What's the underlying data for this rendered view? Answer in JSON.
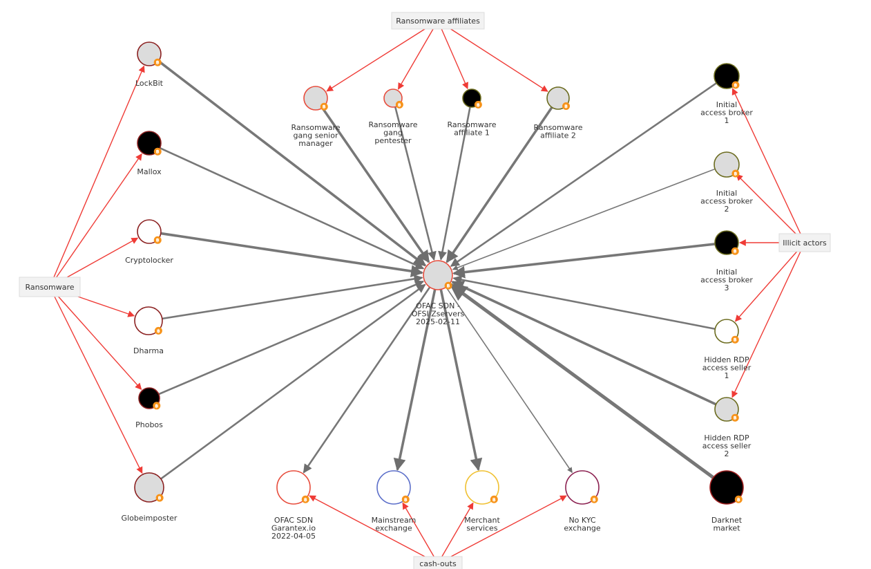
{
  "categories": [
    {
      "id": "ransomware-affiliates",
      "label": "Ransomware affiliates"
    },
    {
      "id": "ransomware",
      "label": "Ransomware"
    },
    {
      "id": "illicit-actors",
      "label": "Illicit actors"
    },
    {
      "id": "cash-outs",
      "label": "cash-outs"
    }
  ],
  "nodes": [
    {
      "id": "center",
      "lines": [
        "OFAC SDN -",
        "OFSI Zservers",
        "2025-02-11"
      ],
      "fill": "#dcdcdc",
      "stroke": "#e74c3c"
    },
    {
      "id": "lockbit",
      "lines": [
        "LockBit"
      ],
      "fill": "#dcdcdc",
      "stroke": "#8b2020"
    },
    {
      "id": "mallox",
      "lines": [
        "Mallox"
      ],
      "fill": "#000000",
      "stroke": "#8b2020"
    },
    {
      "id": "cryptolocker",
      "lines": [
        "Cryptolocker"
      ],
      "fill": "#ffffff",
      "stroke": "#8b2020"
    },
    {
      "id": "dharma",
      "lines": [
        "Dharma"
      ],
      "fill": "#ffffff",
      "stroke": "#8b2020"
    },
    {
      "id": "phobos",
      "lines": [
        "Phobos"
      ],
      "fill": "#000000",
      "stroke": "#8b2020"
    },
    {
      "id": "globeimposter",
      "lines": [
        "Globeimposter"
      ],
      "fill": "#dcdcdc",
      "stroke": "#8b2020"
    },
    {
      "id": "senior-manager",
      "lines": [
        "Ransomware",
        "gang senior",
        "manager"
      ],
      "fill": "#dcdcdc",
      "stroke": "#e74c3c"
    },
    {
      "id": "pentester",
      "lines": [
        "Ransomware",
        "gang",
        "pentester"
      ],
      "fill": "#dcdcdc",
      "stroke": "#e74c3c"
    },
    {
      "id": "affiliate-1",
      "lines": [
        "Ransomware",
        "affiliate 1"
      ],
      "fill": "#000000",
      "stroke": "#6b6b1e"
    },
    {
      "id": "affiliate-2",
      "lines": [
        "Ransomware",
        "affiliate 2"
      ],
      "fill": "#dcdcdc",
      "stroke": "#6b6b1e"
    },
    {
      "id": "iab-1",
      "lines": [
        "Initial",
        "access broker",
        "1"
      ],
      "fill": "#000000",
      "stroke": "#6b6b1e"
    },
    {
      "id": "iab-2",
      "lines": [
        "Initial",
        "access broker",
        "2"
      ],
      "fill": "#dcdcdc",
      "stroke": "#6b6b1e"
    },
    {
      "id": "iab-3",
      "lines": [
        "Initial",
        "access broker",
        "3"
      ],
      "fill": "#000000",
      "stroke": "#6b6b1e"
    },
    {
      "id": "rdp-1",
      "lines": [
        "Hidden RDP",
        "access seller",
        "1"
      ],
      "fill": "#ffffff",
      "stroke": "#6b6b1e"
    },
    {
      "id": "rdp-2",
      "lines": [
        "Hidden RDP",
        "access seller",
        "2"
      ],
      "fill": "#dcdcdc",
      "stroke": "#6b6b1e"
    },
    {
      "id": "darknet",
      "lines": [
        "Darknet",
        "market"
      ],
      "fill": "#000000",
      "stroke": "#a02020"
    },
    {
      "id": "garantex",
      "lines": [
        "OFAC SDN",
        "Garantex.io",
        "2022-04-05"
      ],
      "fill": "#ffffff",
      "stroke": "#e74c3c"
    },
    {
      "id": "mainstream",
      "lines": [
        "Mainstream",
        "exchange"
      ],
      "fill": "#ffffff",
      "stroke": "#5b6ec9"
    },
    {
      "id": "merchant",
      "lines": [
        "Merchant",
        "services"
      ],
      "fill": "#ffffff",
      "stroke": "#f0c030"
    },
    {
      "id": "nokyc",
      "lines": [
        "No KYC",
        "exchange"
      ],
      "fill": "#ffffff",
      "stroke": "#8b2050"
    }
  ],
  "flows": [
    {
      "from": "lockbit",
      "to": "center",
      "weight": "heavy"
    },
    {
      "from": "mallox",
      "to": "center",
      "weight": "medium"
    },
    {
      "from": "cryptolocker",
      "to": "center",
      "weight": "heavy"
    },
    {
      "from": "dharma",
      "to": "center",
      "weight": "medium"
    },
    {
      "from": "phobos",
      "to": "center",
      "weight": "medium"
    },
    {
      "from": "globeimposter",
      "to": "center",
      "weight": "medium"
    },
    {
      "from": "senior-manager",
      "to": "center",
      "weight": "heavy"
    },
    {
      "from": "pentester",
      "to": "center",
      "weight": "medium"
    },
    {
      "from": "affiliate-1",
      "to": "center",
      "weight": "medium"
    },
    {
      "from": "affiliate-2",
      "to": "center",
      "weight": "heavy"
    },
    {
      "from": "iab-1",
      "to": "center",
      "weight": "medium"
    },
    {
      "from": "iab-2",
      "to": "center",
      "weight": "light"
    },
    {
      "from": "iab-3",
      "to": "center",
      "weight": "heavy"
    },
    {
      "from": "rdp-1",
      "to": "center",
      "weight": "medium"
    },
    {
      "from": "rdp-2",
      "to": "center",
      "weight": "heavy"
    },
    {
      "from": "darknet",
      "to": "center",
      "weight": "xheavy"
    },
    {
      "from": "center",
      "to": "garantex",
      "weight": "medium"
    },
    {
      "from": "center",
      "to": "mainstream",
      "weight": "heavy"
    },
    {
      "from": "center",
      "to": "merchant",
      "weight": "heavy"
    },
    {
      "from": "center",
      "to": "nokyc",
      "weight": "light"
    }
  ],
  "memberships": [
    {
      "from": "ransomware-affiliates",
      "to": "senior-manager"
    },
    {
      "from": "ransomware-affiliates",
      "to": "pentester"
    },
    {
      "from": "ransomware-affiliates",
      "to": "affiliate-1"
    },
    {
      "from": "ransomware-affiliates",
      "to": "affiliate-2"
    },
    {
      "from": "ransomware",
      "to": "lockbit"
    },
    {
      "from": "ransomware",
      "to": "mallox"
    },
    {
      "from": "ransomware",
      "to": "cryptolocker"
    },
    {
      "from": "ransomware",
      "to": "dharma"
    },
    {
      "from": "ransomware",
      "to": "phobos"
    },
    {
      "from": "ransomware",
      "to": "globeimposter"
    },
    {
      "from": "illicit-actors",
      "to": "iab-1"
    },
    {
      "from": "illicit-actors",
      "to": "iab-2"
    },
    {
      "from": "illicit-actors",
      "to": "iab-3"
    },
    {
      "from": "illicit-actors",
      "to": "rdp-1"
    },
    {
      "from": "illicit-actors",
      "to": "rdp-2"
    },
    {
      "from": "cash-outs",
      "to": "garantex"
    },
    {
      "from": "cash-outs",
      "to": "mainstream"
    },
    {
      "from": "cash-outs",
      "to": "merchant"
    },
    {
      "from": "cash-outs",
      "to": "nokyc"
    }
  ],
  "colors": {
    "flow": "#777777",
    "membership": "#ef3b36",
    "badge": "#f7931a"
  },
  "badge_icon": "bitcoin-icon"
}
